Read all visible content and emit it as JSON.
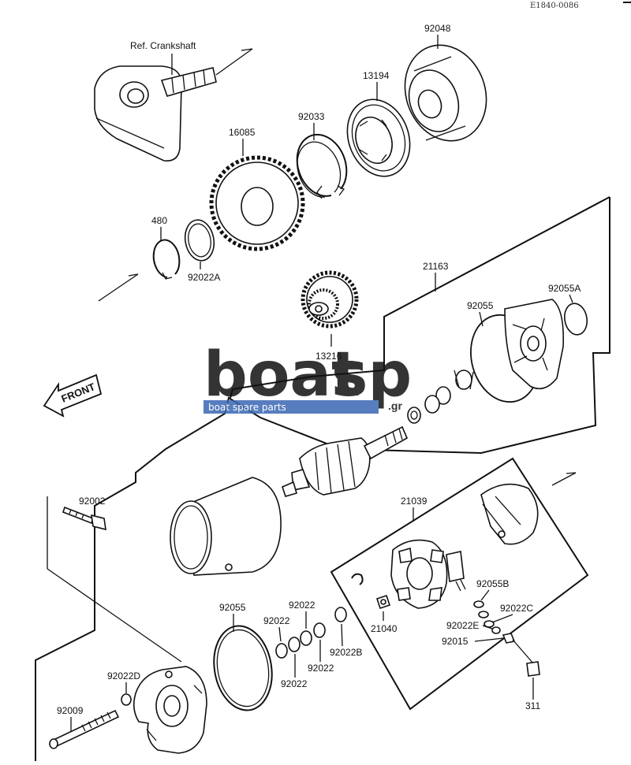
{
  "drawing_code": "E1840-0086",
  "reference_label": "Ref. Crankshaft",
  "front_label": "FRONT",
  "watermark": {
    "text_gray": "boat",
    "text_blue": "sp",
    "suffix": ".gr",
    "tagline": "boat spare parts",
    "colors": {
      "gray": "#8f8f8f",
      "blue": "#3a67b3"
    }
  },
  "labels": {
    "p92048": "92048",
    "p13194": "13194",
    "p92033": "92033",
    "p16085": "16085",
    "p480": "480",
    "p92022A": "92022A",
    "p21163": "21163",
    "p92055A": "92055A",
    "p92055_top": "92055",
    "p13216": "13216",
    "p92002": "92002",
    "p21039": "21039",
    "p92055B": "92055B",
    "p92022C": "92022C",
    "p21040": "21040",
    "p92022E": "92022E",
    "p92015": "92015",
    "p311": "311",
    "p92055_bottom": "92055",
    "p92022_a": "92022",
    "p92022_b": "92022",
    "p92022_c": "92022",
    "p92022_d": "92022",
    "p92022B": "92022B",
    "p92022D": "92022D",
    "p92009": "92009"
  }
}
